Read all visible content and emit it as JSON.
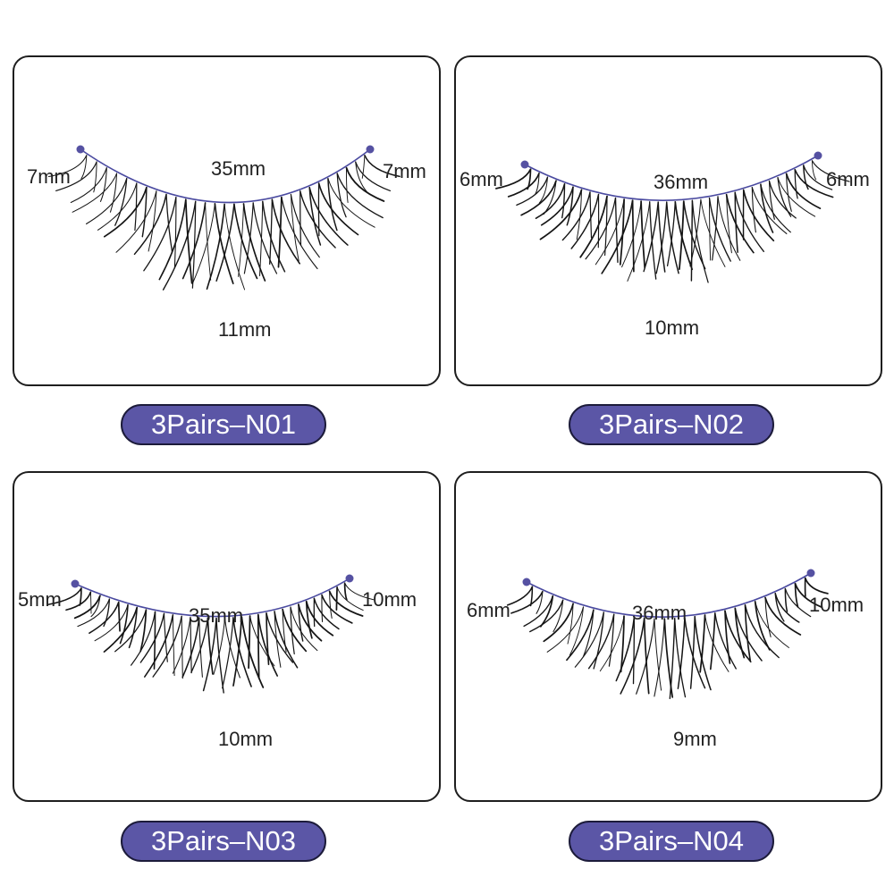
{
  "accent_color": "#5b56a6",
  "products": [
    {
      "label": "3Pairs–N01",
      "left_length": "7mm",
      "width": "35mm",
      "right_length": "7mm",
      "max_length": "11mm"
    },
    {
      "label": "3Pairs–N02",
      "left_length": "6mm",
      "width": "36mm",
      "right_length": "6mm",
      "max_length": "10mm"
    },
    {
      "label": "3Pairs–N03",
      "left_length": "5mm",
      "width": "35mm",
      "right_length": "10mm",
      "max_length": "10mm"
    },
    {
      "label": "3Pairs–N04",
      "left_length": "6mm",
      "width": "36mm",
      "right_length": "10mm",
      "max_length": "9mm"
    }
  ]
}
